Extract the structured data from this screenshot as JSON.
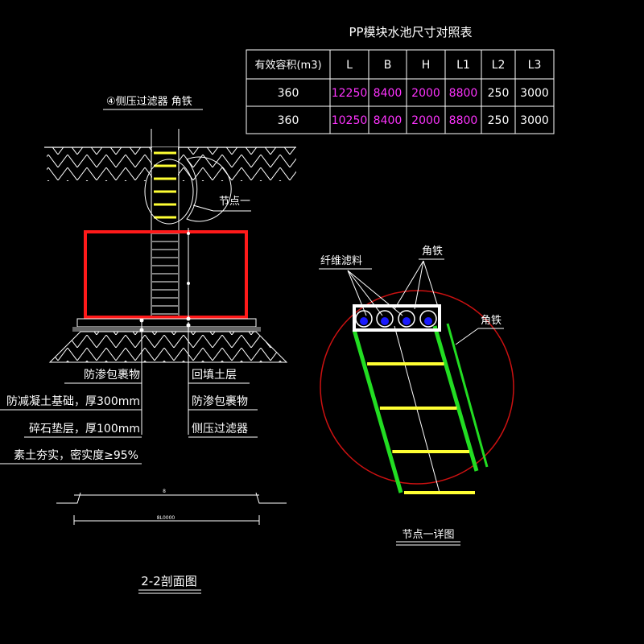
{
  "table": {
    "title": "PP模块水池尺寸对照表",
    "headers": [
      "有效容积(m3)",
      "L",
      "B",
      "H",
      "L1",
      "L2",
      "L3"
    ],
    "rows": [
      [
        "360",
        "12250",
        "8400",
        "2000",
        "8800",
        "250",
        "3000"
      ],
      [
        "360",
        "10250",
        "8400",
        "2000",
        "8800",
        "250",
        "3000"
      ]
    ]
  },
  "section": {
    "top_label": "④侧压过滤器 角铁",
    "node_label": "节点一",
    "left_labels": [
      "防渗包裹物",
      "防减凝土基础，厚300mm",
      "碎石垫层，厚100mm",
      "素土夯实，密实度≥95%"
    ],
    "right_labels": [
      "回填土层",
      "防渗包裹物",
      "侧压过滤器"
    ],
    "dim_text": "8L0000",
    "dim_top": "8",
    "title": "2-2剖面图"
  },
  "detail": {
    "label_fiber": "纤维滤料",
    "label_angle1": "角铁",
    "label_angle2": "角铁",
    "title": "节点一详图"
  },
  "colors": {
    "background": "#000000",
    "line": "#ffffff",
    "tank": "#ff1a1a",
    "ladder": "#ffff33",
    "rails": "#22dd22",
    "magenta": "#ff33ff",
    "circle": "#cc1111",
    "filter": "#1a1aff"
  }
}
